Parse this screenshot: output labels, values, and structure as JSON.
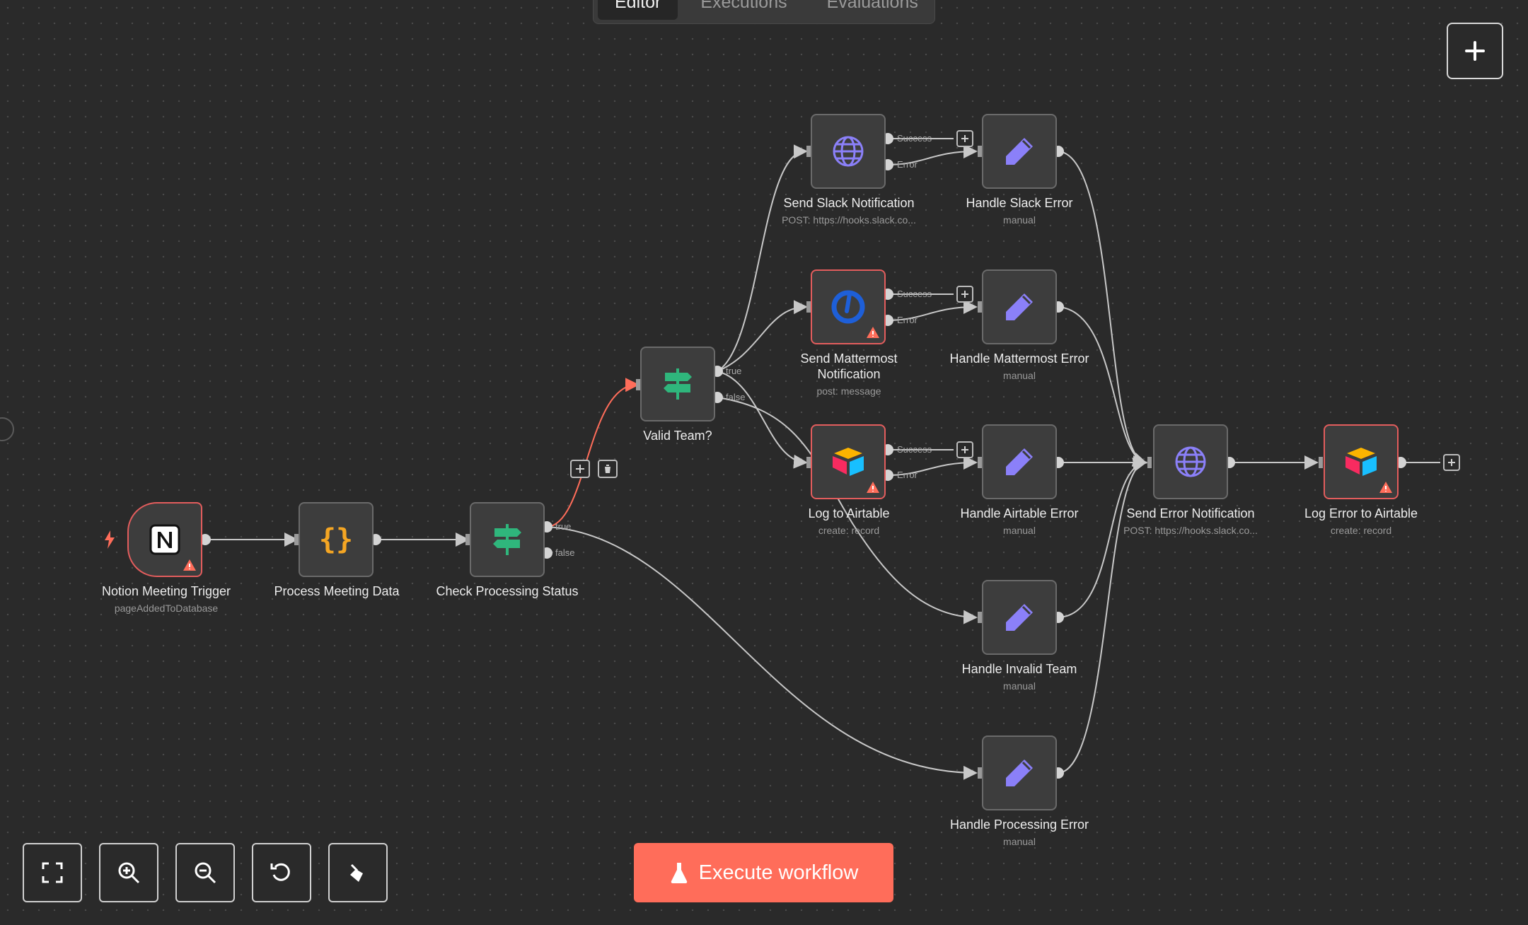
{
  "tabs": [
    "Editor",
    "Executions",
    "Evaluations"
  ],
  "active_tab": "Editor",
  "nodes": {
    "notion_trigger": {
      "label": "Notion Meeting Trigger",
      "sub": "pageAddedToDatabase"
    },
    "process_meeting": {
      "label": "Process Meeting Data",
      "sub": ""
    },
    "check_status": {
      "label": "Check Processing Status",
      "sub": ""
    },
    "valid_team": {
      "label": "Valid Team?",
      "sub": ""
    },
    "send_slack": {
      "label": "Send Slack Notification",
      "sub": "POST: https://hooks.slack.co..."
    },
    "send_mattermost": {
      "label_line1": "Send Mattermost",
      "label_line2": "Notification",
      "sub": "post: message"
    },
    "log_airtable": {
      "label": "Log to Airtable",
      "sub": "create: record"
    },
    "handle_slack": {
      "label": "Handle Slack Error",
      "sub": "manual"
    },
    "handle_mattermost": {
      "label": "Handle Mattermost Error",
      "sub": "manual"
    },
    "handle_airtable": {
      "label": "Handle Airtable Error",
      "sub": "manual"
    },
    "handle_invalid_team": {
      "label": "Handle Invalid Team",
      "sub": "manual"
    },
    "handle_processing": {
      "label": "Handle Processing Error",
      "sub": "manual"
    },
    "send_error": {
      "label": "Send Error Notification",
      "sub": "POST: https://hooks.slack.co..."
    },
    "log_error_airtable": {
      "label": "Log Error to Airtable",
      "sub": "create: record"
    }
  },
  "port_labels": {
    "true": "true",
    "false": "false",
    "success": "Success",
    "error": "Error"
  },
  "execute_button": "Execute workflow",
  "colors": {
    "accent": "#ff6d5a",
    "error_border": "#e35d5d",
    "canvas": "#2a2a2a",
    "node": "#3d3d3d",
    "green_icon": "#2fb67c",
    "purple_icon": "#8b80f9",
    "brace_icon": "#f5a623"
  }
}
